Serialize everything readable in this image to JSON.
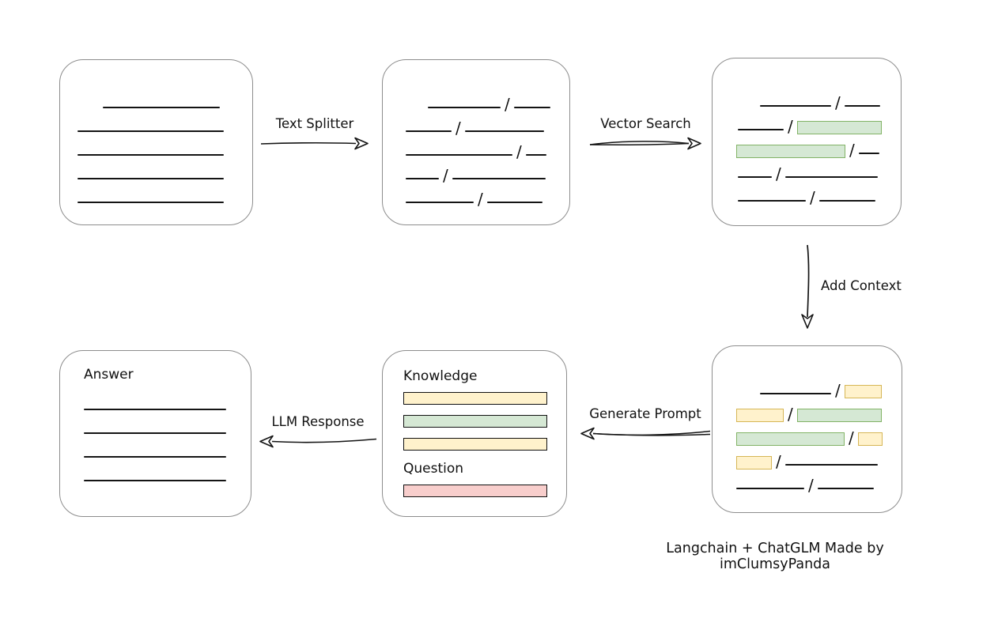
{
  "caption": "Langchain + ChatGLM Made by imClumsyPanda",
  "slash": "/",
  "colors": {
    "green_fill": "#d5e8d4",
    "green_stroke": "#82b366",
    "yellow_fill": "#fff2cc",
    "yellow_stroke": "#d6b656",
    "red_fill": "#f8cecc",
    "red_stroke": "#b85450"
  },
  "arrows": {
    "text_splitter": {
      "label": "Text Splitter"
    },
    "vector_search": {
      "label": "Vector Search"
    },
    "add_context": {
      "label": "Add Context"
    },
    "generate_prompt": {
      "label": "Generate Prompt"
    },
    "llm_response": {
      "label": "LLM Response"
    }
  },
  "boxes": {
    "document": {
      "rows": [
        {
          "indent": 32,
          "segs": [
            {
              "k": "line",
              "w": 148
            }
          ]
        },
        {
          "indent": 0,
          "segs": [
            {
              "k": "line",
              "w": 185
            }
          ]
        },
        {
          "indent": 0,
          "segs": [
            {
              "k": "line",
              "w": 185
            }
          ]
        },
        {
          "indent": 0,
          "segs": [
            {
              "k": "line",
              "w": 185
            }
          ]
        },
        {
          "indent": 0,
          "segs": [
            {
              "k": "line",
              "w": 185
            }
          ]
        }
      ]
    },
    "chunks": {
      "rows": [
        {
          "indent": 35,
          "segs": [
            {
              "k": "line",
              "w": 92
            },
            {
              "k": "slash"
            },
            {
              "k": "line",
              "w": 46
            }
          ]
        },
        {
          "indent": 7,
          "segs": [
            {
              "k": "line",
              "w": 58
            },
            {
              "k": "slash"
            },
            {
              "k": "line",
              "w": 100
            }
          ]
        },
        {
          "indent": 7,
          "segs": [
            {
              "k": "line",
              "w": 135
            },
            {
              "k": "slash"
            },
            {
              "k": "line",
              "w": 26
            }
          ]
        },
        {
          "indent": 7,
          "segs": [
            {
              "k": "line",
              "w": 42
            },
            {
              "k": "slash"
            },
            {
              "k": "line",
              "w": 118
            }
          ]
        },
        {
          "indent": 7,
          "segs": [
            {
              "k": "line",
              "w": 86
            },
            {
              "k": "slash"
            },
            {
              "k": "line",
              "w": 70
            }
          ]
        }
      ]
    },
    "retrieved": {
      "rows": [
        {
          "indent": 38,
          "segs": [
            {
              "k": "line",
              "w": 90
            },
            {
              "k": "slash"
            },
            {
              "k": "line",
              "w": 45
            }
          ]
        },
        {
          "indent": 10,
          "segs": [
            {
              "k": "line",
              "w": 58
            },
            {
              "k": "slash"
            },
            {
              "k": "green",
              "w": 107
            }
          ]
        },
        {
          "indent": 8,
          "segs": [
            {
              "k": "green",
              "w": 138
            },
            {
              "k": "slash"
            },
            {
              "k": "line",
              "w": 26
            }
          ]
        },
        {
          "indent": 10,
          "segs": [
            {
              "k": "line",
              "w": 43
            },
            {
              "k": "slash"
            },
            {
              "k": "line",
              "w": 117
            }
          ]
        },
        {
          "indent": 10,
          "segs": [
            {
              "k": "line",
              "w": 86
            },
            {
              "k": "slash"
            },
            {
              "k": "line",
              "w": 71
            }
          ]
        }
      ]
    },
    "context": {
      "rows": [
        {
          "indent": 38,
          "segs": [
            {
              "k": "line",
              "w": 90
            },
            {
              "k": "slash"
            },
            {
              "k": "yellow",
              "w": 47
            }
          ]
        },
        {
          "indent": 8,
          "segs": [
            {
              "k": "yellow",
              "w": 60
            },
            {
              "k": "slash"
            },
            {
              "k": "green",
              "w": 107
            }
          ]
        },
        {
          "indent": 8,
          "segs": [
            {
              "k": "green",
              "w": 137
            },
            {
              "k": "slash"
            },
            {
              "k": "yellow",
              "w": 31
            }
          ]
        },
        {
          "indent": 8,
          "segs": [
            {
              "k": "yellow",
              "w": 45
            },
            {
              "k": "slash"
            },
            {
              "k": "line",
              "w": 117
            }
          ]
        },
        {
          "indent": 8,
          "segs": [
            {
              "k": "line",
              "w": 86
            },
            {
              "k": "slash"
            },
            {
              "k": "line",
              "w": 71
            }
          ]
        }
      ]
    },
    "prompt": {
      "sections": [
        {
          "label": "Knowledge",
          "bars": [
            "yellow",
            "green",
            "yellow"
          ]
        },
        {
          "label": "Question",
          "bars": [
            "red"
          ]
        }
      ]
    },
    "answer": {
      "label": "Answer",
      "line_count": 4
    }
  }
}
